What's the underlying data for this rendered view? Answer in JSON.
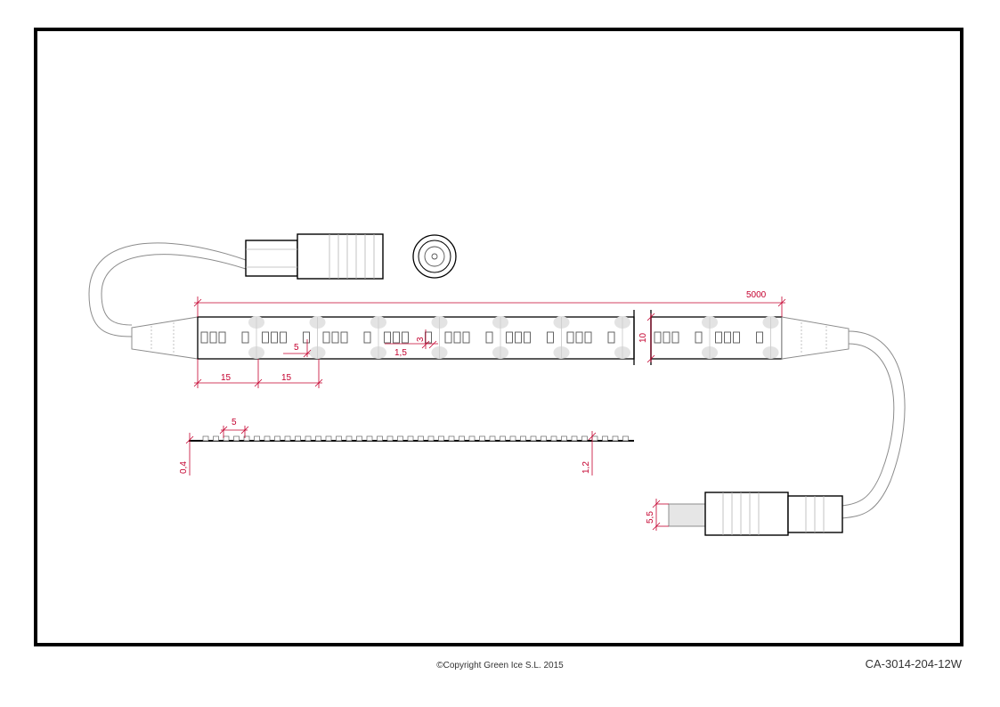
{
  "dimensions": {
    "strip_length": "5000",
    "strip_width": "10",
    "segment_1": "15",
    "segment_2": "15",
    "led_pitch": "5",
    "led_height": "3",
    "led_gap": "1,5",
    "side_pitch": "5",
    "pcb_thickness": "0,4",
    "total_thickness": "1,2",
    "plug_diameter": "5,5"
  },
  "footer": {
    "copyright": "©Copyright Green Ice S.L. 2015",
    "part_code": "CA-3014-204-12W"
  },
  "colors": {
    "frame": "#000000",
    "dimension": "#c4002e",
    "outline": "#000000"
  }
}
